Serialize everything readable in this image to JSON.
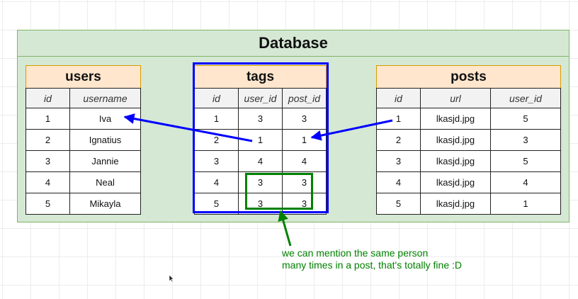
{
  "database": {
    "title": "Database"
  },
  "users": {
    "title": "users",
    "columns": [
      "id",
      "username"
    ],
    "rows": [
      [
        "1",
        "Iva"
      ],
      [
        "2",
        "Ignatius"
      ],
      [
        "3",
        "Jannie"
      ],
      [
        "4",
        "Neal"
      ],
      [
        "5",
        "Mikayla"
      ]
    ]
  },
  "tags": {
    "title": "tags",
    "columns": [
      "id",
      "user_id",
      "post_id"
    ],
    "rows": [
      [
        "1",
        "3",
        "3"
      ],
      [
        "2",
        "1",
        "1"
      ],
      [
        "3",
        "4",
        "4"
      ],
      [
        "4",
        "3",
        "3"
      ],
      [
        "5",
        "3",
        "3"
      ]
    ]
  },
  "posts": {
    "title": "posts",
    "columns": [
      "id",
      "url",
      "user_id"
    ],
    "rows": [
      [
        "1",
        "lkasjd.jpg",
        "5"
      ],
      [
        "2",
        "lkasjd.jpg",
        "3"
      ],
      [
        "3",
        "lkasjd.jpg",
        "5"
      ],
      [
        "4",
        "lkasjd.jpg",
        "4"
      ],
      [
        "5",
        "lkasjd.jpg",
        "1"
      ]
    ]
  },
  "annotation": {
    "lines": [
      "we can mention the same person",
      "many times in a post, that's totally fine :D"
    ]
  },
  "colors": {
    "container_fill": "#d5e8d4",
    "header_fill": "#ffe6cc",
    "reference_arrow": "#0000ff",
    "highlight": "#008000"
  },
  "icons": {
    "reference_arrows": "arrow-icon",
    "annotation_arrow": "arrow-icon",
    "cursor": "mouse-pointer-icon"
  }
}
